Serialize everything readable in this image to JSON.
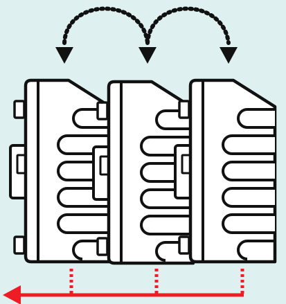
{
  "colors": {
    "background": "#dff0f0",
    "device_fill": "#ffffff",
    "outline": "#111111",
    "swap_arrows": "#111111",
    "direction_arrow": "#ee1c24"
  },
  "diagram": {
    "modules": [
      {
        "name": "module-1",
        "icon": "cooling-module-icon"
      },
      {
        "name": "module-2",
        "icon": "cooling-module-icon"
      },
      {
        "name": "module-3",
        "icon": "cooling-module-icon"
      }
    ],
    "connectors": [
      {
        "from": "module-1",
        "to": "module-2",
        "style": "dotted-arc-double-arrow"
      },
      {
        "from": "module-2",
        "to": "module-3",
        "style": "dotted-arc-double-arrow"
      }
    ],
    "bottom_arrow": {
      "direction": "left",
      "style": "solid-red-with-dashed-drops"
    }
  }
}
